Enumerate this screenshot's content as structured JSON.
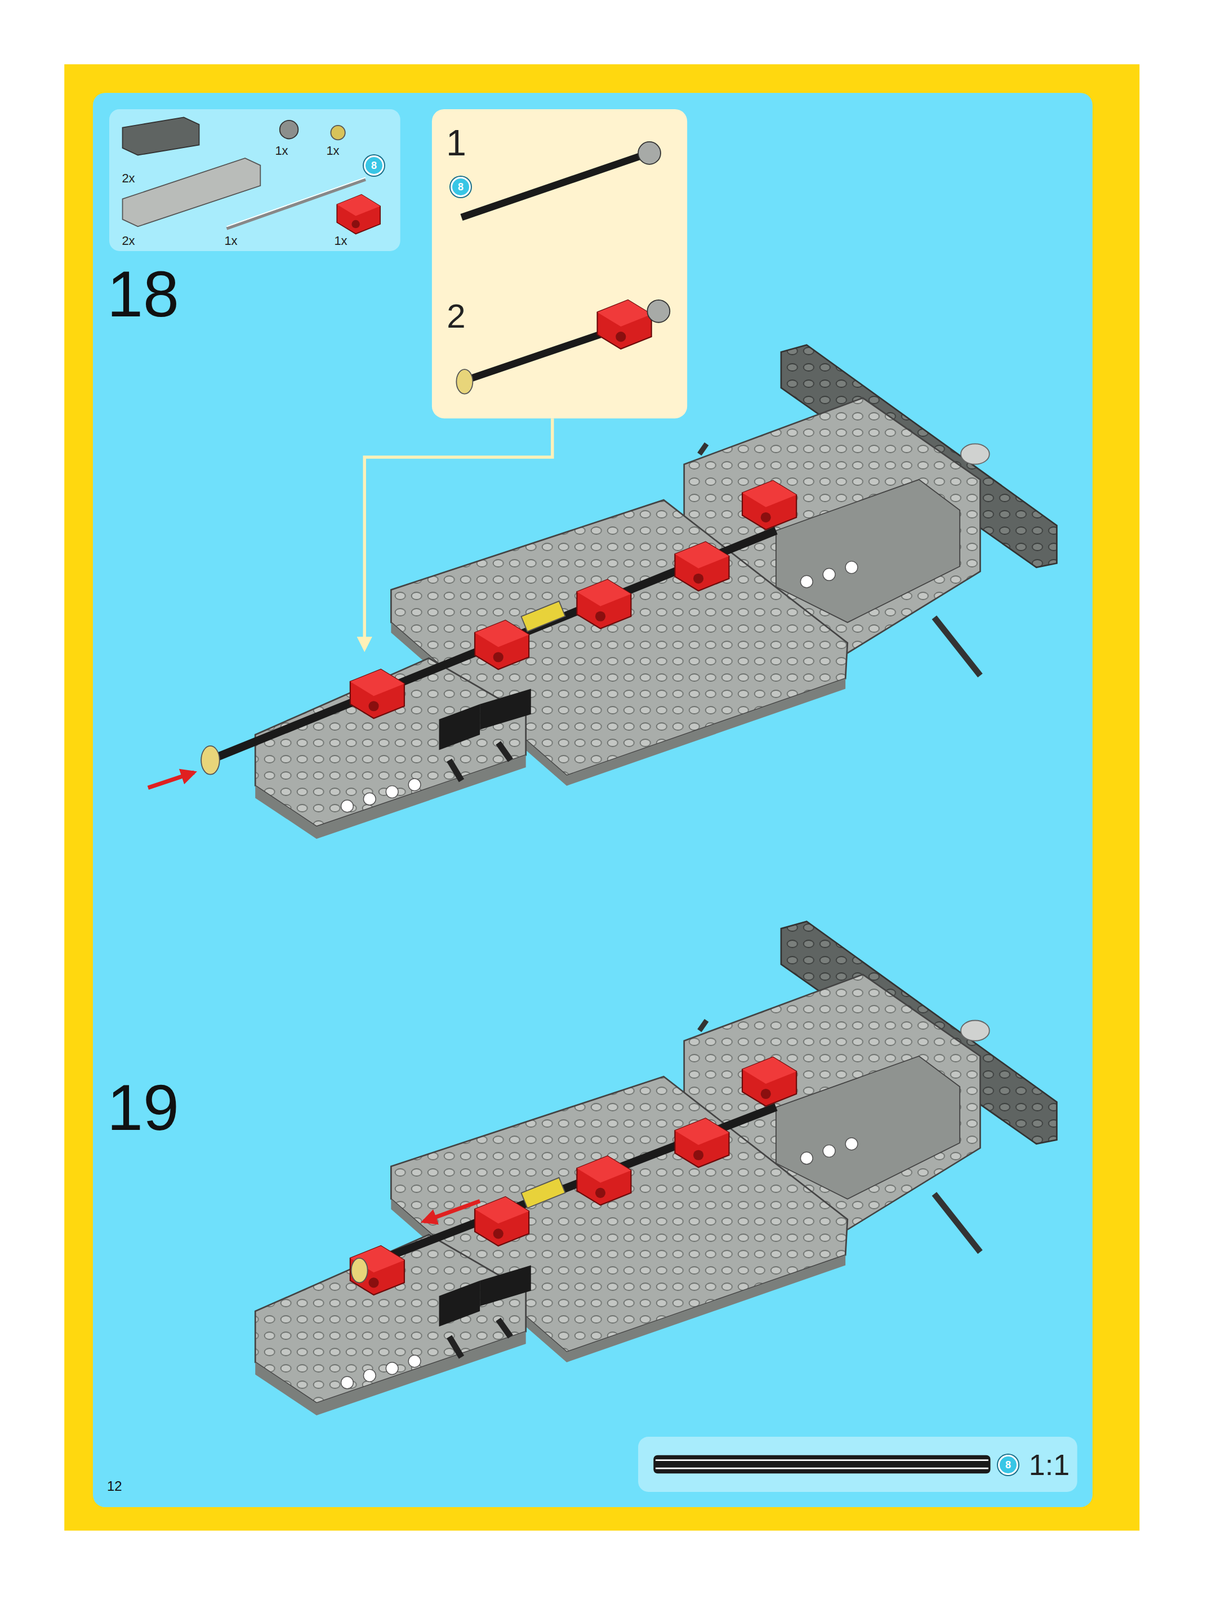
{
  "diagram": {
    "nodes": [
      {
        "text": [
          "1x",
          "1x",
          "8",
          "2x",
          "2x",
          "1x",
          "1x"
        ]
      },
      {
        "text": [
          "1",
          "8",
          "2"
        ]
      },
      {
        "text": [
          "8",
          "1:1"
        ]
      }
    ],
    "labels": [
      "18",
      "19",
      "12"
    ]
  }
}
